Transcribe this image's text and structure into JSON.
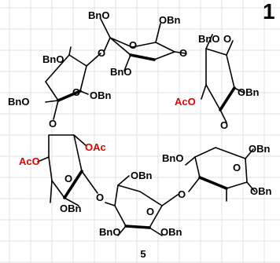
{
  "corner_label": "1",
  "compound_number": "5",
  "colors": {
    "background": "#ffffff",
    "grid": "#e2e2e2",
    "bond": "#000000",
    "highlight": "#e00000"
  },
  "unit_groups": [
    {
      "id": "top",
      "labels": [
        "BnO",
        "OBn",
        "BnO",
        "O",
        "O",
        "O"
      ]
    },
    {
      "id": "upper-right",
      "labels": [
        "BnO",
        "O",
        "OBn",
        "AcO",
        "O"
      ]
    },
    {
      "id": "left",
      "labels": [
        "BnO",
        "O",
        "OBn",
        "BnO",
        "O"
      ]
    },
    {
      "id": "lower-left",
      "labels": [
        "O",
        "AcO",
        "OAc",
        "O",
        "OBn",
        "O"
      ]
    },
    {
      "id": "bottom",
      "labels": [
        "OBn",
        "O",
        "O",
        "BnO",
        "OBn"
      ]
    },
    {
      "id": "lower-right",
      "labels": [
        "OBn",
        "BnO",
        "O",
        "OBn"
      ]
    }
  ],
  "highlighted_labels": [
    "AcO",
    "AcO",
    "OAc"
  ]
}
